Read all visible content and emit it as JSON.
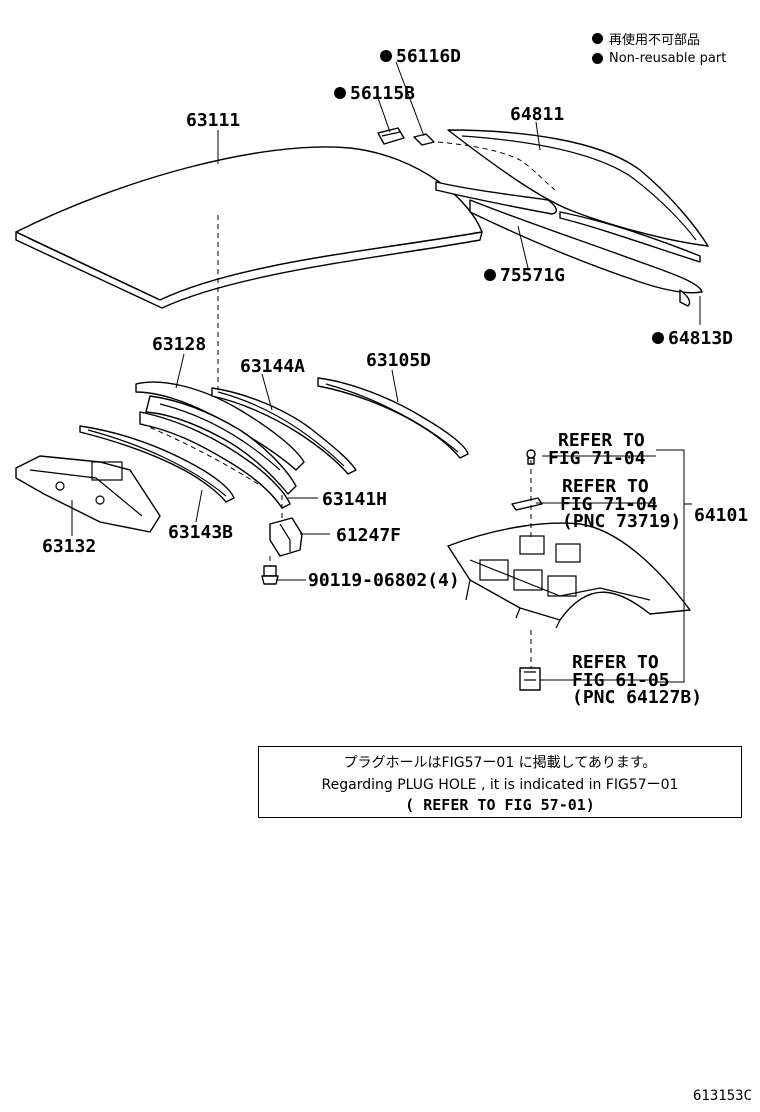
{
  "legend": {
    "jp": "再使用不可部品",
    "en": "Non-reusable part"
  },
  "labels": {
    "p56116D": "56116D",
    "p56115B": "56115B",
    "p63111": "63111",
    "p64811": "64811",
    "p75571G": "75571G",
    "p64813D": "64813D",
    "p63128": "63128",
    "p63144A": "63144A",
    "p63105D": "63105D",
    "p63141H": "63141H",
    "p63132": "63132",
    "p63143B": "63143B",
    "p61247F": "61247F",
    "p90119": "90119-06802(4)",
    "p64101": "64101",
    "ref1_a": "REFER TO",
    "ref1_b": "FIG 71-04",
    "ref2_a": "REFER TO",
    "ref2_b": "FIG 71-04",
    "ref2_c": "(PNC 73719)",
    "ref3_a": "REFER TO",
    "ref3_b": "FIG 61-05",
    "ref3_c": "(PNC 64127B)"
  },
  "note": {
    "line1": "プラグホールはFIG57ー01 に掲載してあります。",
    "line2": "Regarding PLUG HOLE , it is indicated in FIG57ー01",
    "line3": "(   REFER TO FIG 57-01)"
  },
  "figure_id": "613153C"
}
